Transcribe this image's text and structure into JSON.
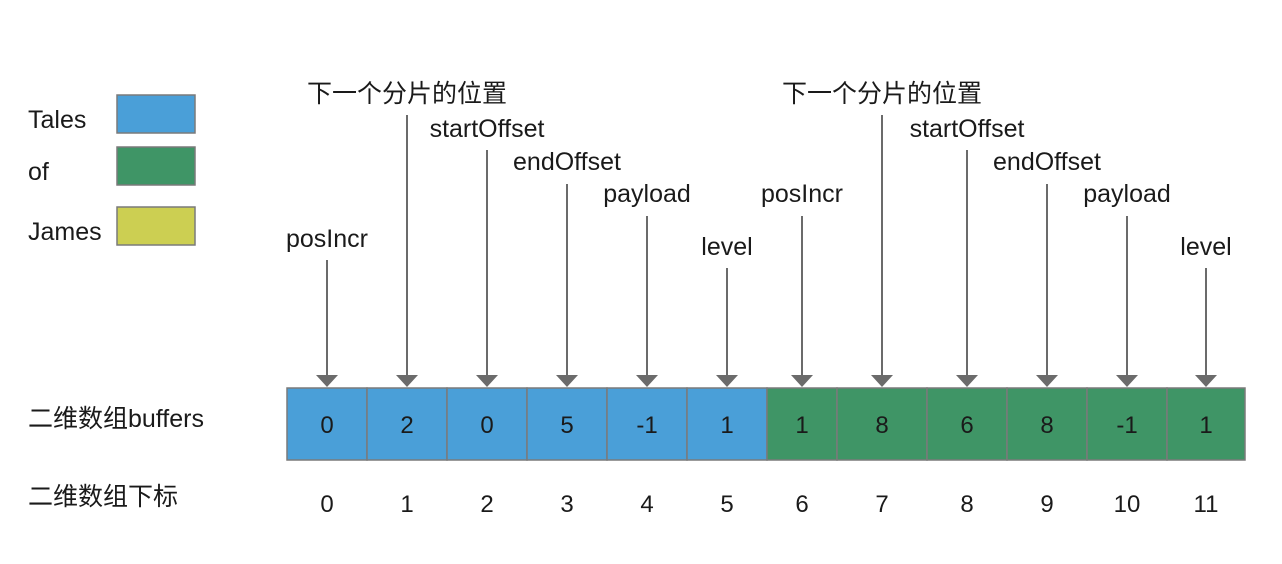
{
  "legend": [
    {
      "label": "Tales",
      "color": "#4a9fd8"
    },
    {
      "label": "of",
      "color": "#3f9566"
    },
    {
      "label": "James",
      "color": "#cccf52"
    }
  ],
  "row_labels": {
    "buffers": "二维数组buffers",
    "indices": "二维数组下标"
  },
  "cells": [
    {
      "value": "0",
      "token": 0
    },
    {
      "value": "2",
      "token": 0
    },
    {
      "value": "0",
      "token": 0
    },
    {
      "value": "5",
      "token": 0
    },
    {
      "value": "-1",
      "token": 0
    },
    {
      "value": "1",
      "token": 0
    },
    {
      "value": "1",
      "token": 1
    },
    {
      "value": "8",
      "token": 1
    },
    {
      "value": "6",
      "token": 1
    },
    {
      "value": "8",
      "token": 1
    },
    {
      "value": "-1",
      "token": 1
    },
    {
      "value": "1",
      "token": 1
    }
  ],
  "indices": [
    "0",
    "1",
    "2",
    "3",
    "4",
    "5",
    "6",
    "7",
    "8",
    "9",
    "10",
    "11"
  ],
  "pointers": [
    {
      "label": "posIncr",
      "level": 5
    },
    {
      "label": "下一个分片的位置",
      "level": 0
    },
    {
      "label": "startOffset",
      "level": 1
    },
    {
      "label": "endOffset",
      "level": 2
    },
    {
      "label": "payload",
      "level": 3
    },
    {
      "label": "level",
      "level": 4
    },
    {
      "label": "posIncr",
      "level": 3
    },
    {
      "label": "下一个分片的位置",
      "level": 0
    },
    {
      "label": "startOffset",
      "level": 1
    },
    {
      "label": "endOffset",
      "level": 2
    },
    {
      "label": "payload",
      "level": 3
    },
    {
      "label": "level",
      "level": 4
    }
  ],
  "colors": {
    "cell_border": "#7a7a7a",
    "arrow": "#6b6b6b",
    "legend_border": "#7a7a7a",
    "text": "#1a1a1a"
  }
}
